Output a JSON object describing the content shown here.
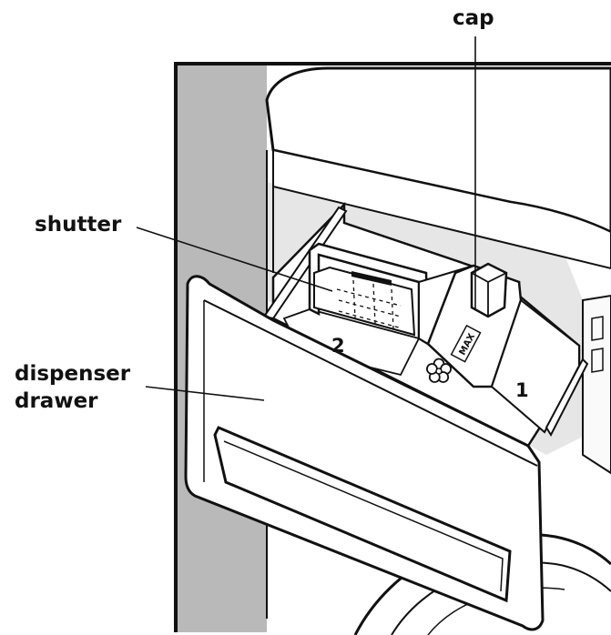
{
  "labels": {
    "cap": "cap",
    "shutter": "shutter",
    "dispenser_line1": "dispenser",
    "dispenser_line2": "drawer"
  },
  "compartments": {
    "one": "1",
    "two": "2"
  },
  "max_mark": "MAX",
  "colors": {
    "line": "#111111",
    "wall_shade": "#b9b9b9",
    "inner_shade": "#e4e4e4",
    "background": "#ffffff"
  }
}
